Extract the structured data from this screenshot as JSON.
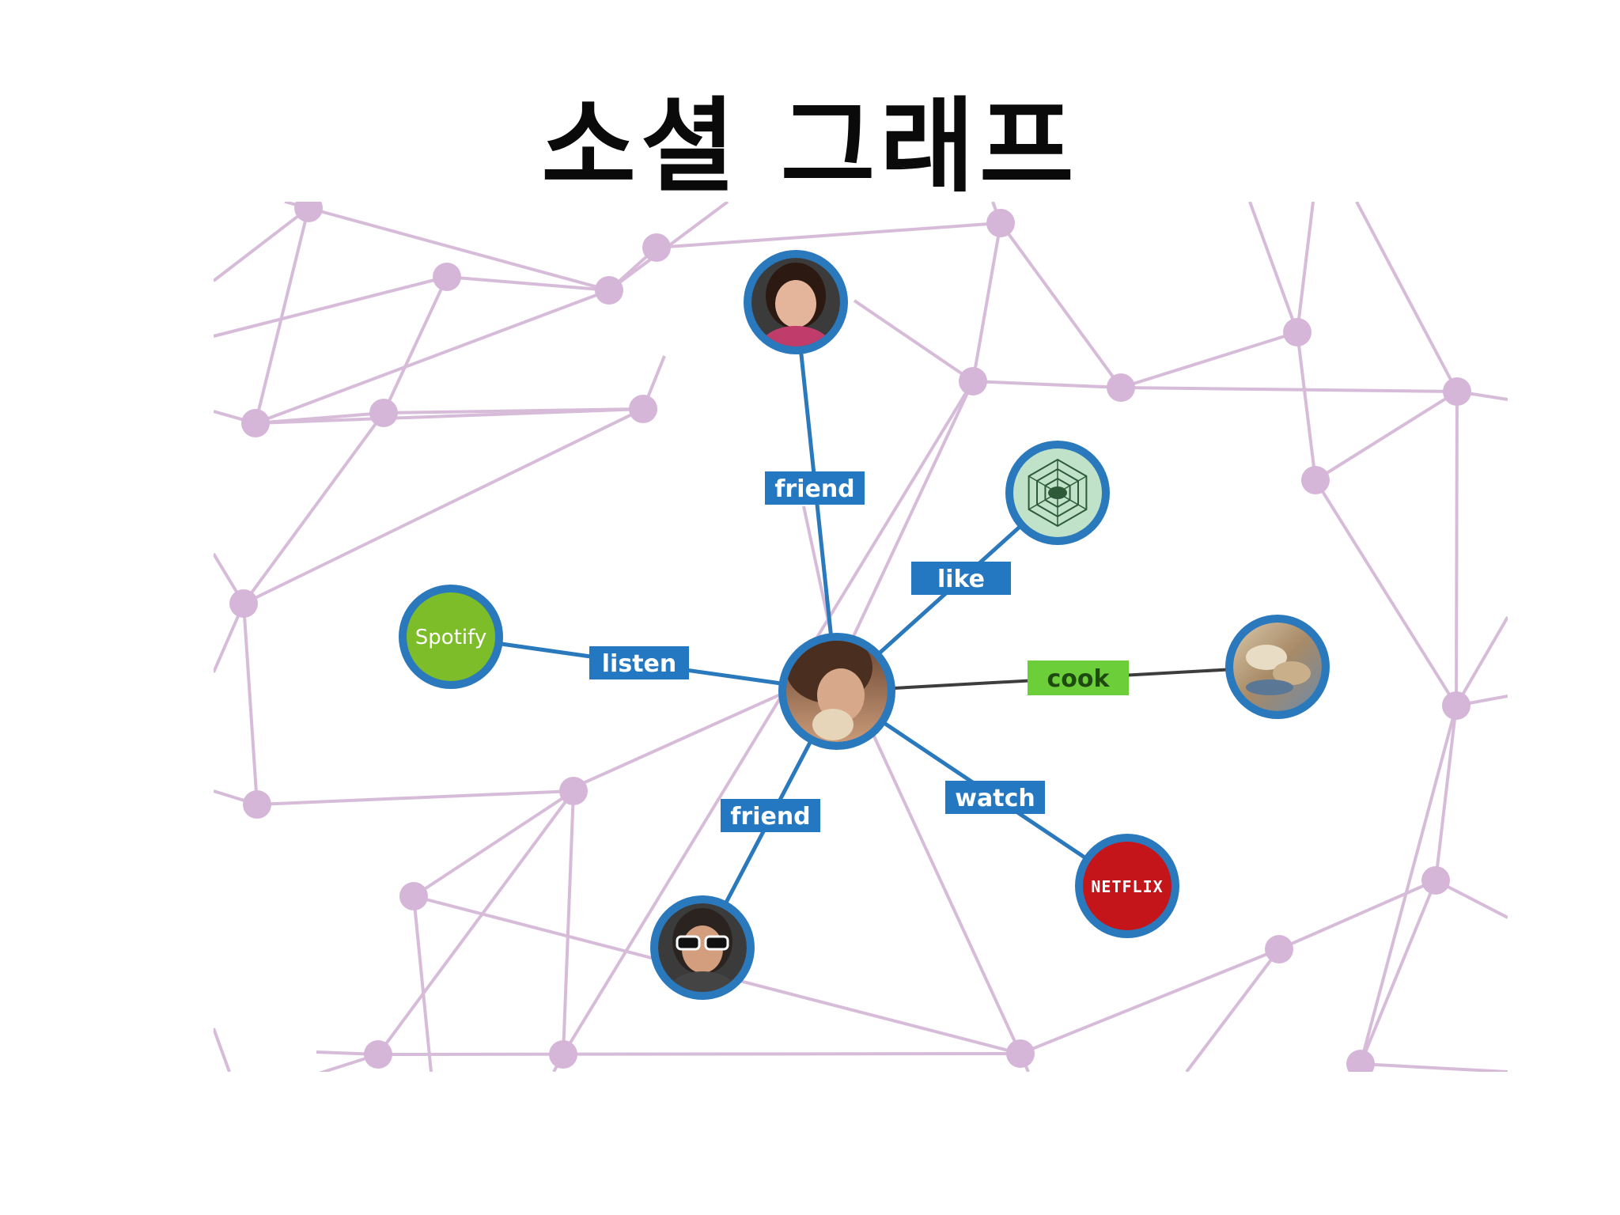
{
  "slide": {
    "title": "소셜 그래프"
  },
  "colors": {
    "background_edge": "#d7bcd9",
    "background_node": "#d6b6d8",
    "main_edge": "#2a79bd",
    "label_fill": "#2477c1",
    "label_text": "#ffffff",
    "cook_fill": "#6ccf3a",
    "cook_text": "#1e4a12",
    "cook_edge": "#3d3d3d",
    "ring": "#2a79bd",
    "spotify": "#7ebd2a",
    "netflix": "#c4151b",
    "like_page": "#bfe2c8"
  },
  "center": {
    "name": "center-user",
    "icon": "person-photo-icon"
  },
  "connections": [
    {
      "name": "friend-top",
      "label": "friend",
      "icon": "person-photo-icon",
      "text": ""
    },
    {
      "name": "like-page",
      "label": "like",
      "icon": "hexagon-logo-icon",
      "text": ""
    },
    {
      "name": "spotify",
      "label": "listen",
      "icon": "spotify-logo-icon",
      "text": "Spotify"
    },
    {
      "name": "food",
      "label": "cook",
      "icon": "food-photo-icon",
      "text": ""
    },
    {
      "name": "netflix",
      "label": "watch",
      "icon": "netflix-logo-icon",
      "text": "NETFLIX"
    },
    {
      "name": "friend-bottom",
      "label": "friend",
      "icon": "person-photo-icon",
      "text": ""
    }
  ]
}
